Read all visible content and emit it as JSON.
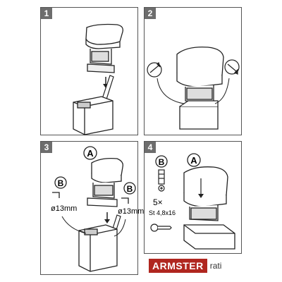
{
  "steps": [
    {
      "number": "1"
    },
    {
      "number": "2"
    },
    {
      "number": "3",
      "callout_a": "A",
      "callout_b_left": "B",
      "callout_b_right": "B",
      "size_left": "ø13mm",
      "size_right": "ø13mm"
    },
    {
      "number": "4",
      "callout_a": "A",
      "callout_b": "B",
      "quantity": "5×",
      "screw_spec": "St 4,8x16"
    }
  ],
  "brand": {
    "name": "ARMSTER",
    "suffix": "rati"
  },
  "colors": {
    "badge": "#6d6d6d",
    "brand_red": "#b0261f"
  },
  "icons": [
    "tilt-arrow-icon",
    "screw-icon",
    "hole-size-icon"
  ]
}
